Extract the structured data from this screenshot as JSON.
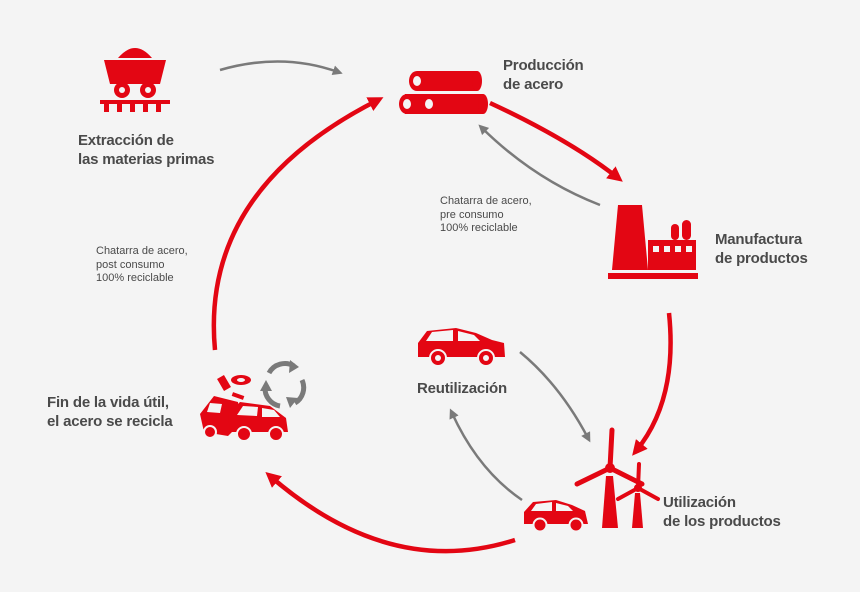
{
  "colors": {
    "accent": "#e30613",
    "arrow_gray": "#7a7a7a",
    "text": "#4a4a4a",
    "background": "#f4f4f4"
  },
  "stages": {
    "extraction": {
      "line1": "Extracción de",
      "line2": "las materias primas",
      "icon": "mine-cart-icon"
    },
    "steel_production": {
      "line1": "Producción",
      "line2": "de acero",
      "icon": "steel-pipes-icon"
    },
    "manufacturing": {
      "line1": "Manufactura",
      "line2": "de productos",
      "icon": "factory-icon"
    },
    "use": {
      "line1": "Utilización",
      "line2": "de los productos",
      "icon": "wind-turbine-icon"
    },
    "reuse": {
      "line1": "Reutilización",
      "icon": "car-icon"
    },
    "end_of_life": {
      "line1": "Fin de la vida útil,",
      "line2": "el acero se recicla",
      "icon": "scrap-cars-icon"
    }
  },
  "notes": {
    "pre_consumer": {
      "line1": "Chatarra de acero,",
      "line2": "pre consumo",
      "line3": "100% reciclable"
    },
    "post_consumer": {
      "line1": "Chatarra de acero,",
      "line2": "post consumo",
      "line3": "100% reciclable"
    }
  }
}
